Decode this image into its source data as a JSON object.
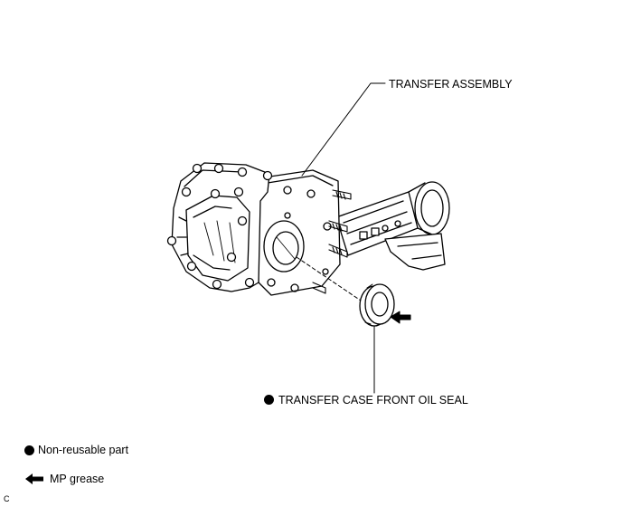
{
  "callouts": {
    "assembly": "TRANSFER ASSEMBLY",
    "seal": "TRANSFER CASE FRONT OIL SEAL"
  },
  "legend": {
    "non_reusable": "Non-reusable part",
    "mp_grease": "MP grease"
  },
  "corner_code": "C"
}
